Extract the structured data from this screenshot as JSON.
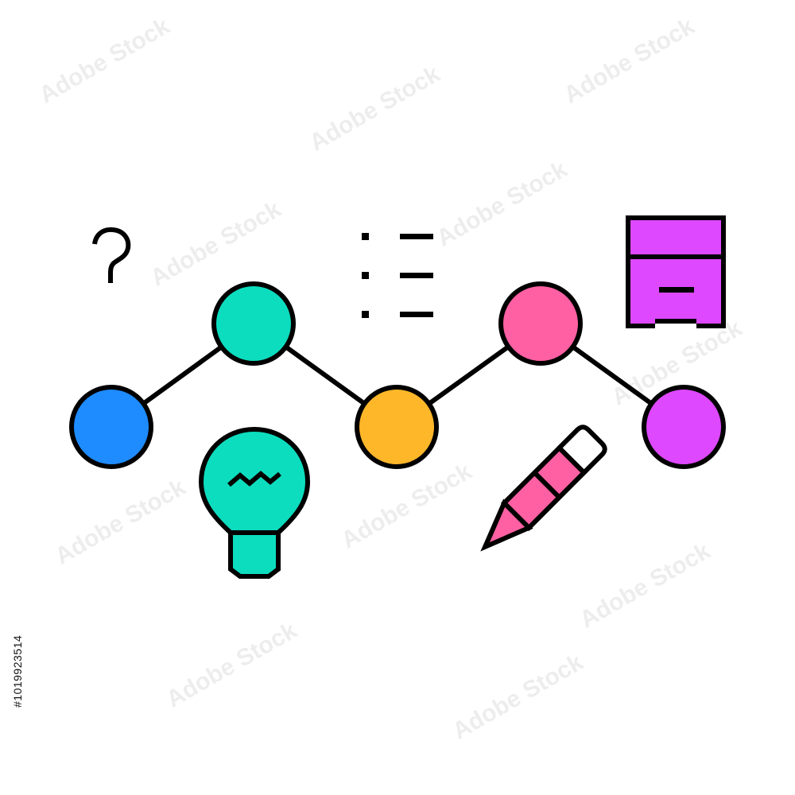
{
  "illustration": {
    "colors": {
      "outline": "#000000",
      "node_blue": "#1E8BFF",
      "node_teal": "#0CDDBE",
      "node_yellow": "#FFB72A",
      "node_pink": "#FF60A3",
      "node_purple": "#DE48FF",
      "bulb_fill": "#0CDDBE",
      "pencil_body": "#FF60A3",
      "cabinet_fill": "#DE48FF"
    },
    "icons": {
      "question": "question-mark-icon",
      "list": "list-icon",
      "cabinet": "filing-cabinet-icon",
      "bulb": "light-bulb-icon",
      "pencil": "pencil-icon",
      "network": "node-network-diagram"
    }
  },
  "watermark": {
    "text": "Adobe Stock"
  },
  "stock_id": "#1019923514"
}
